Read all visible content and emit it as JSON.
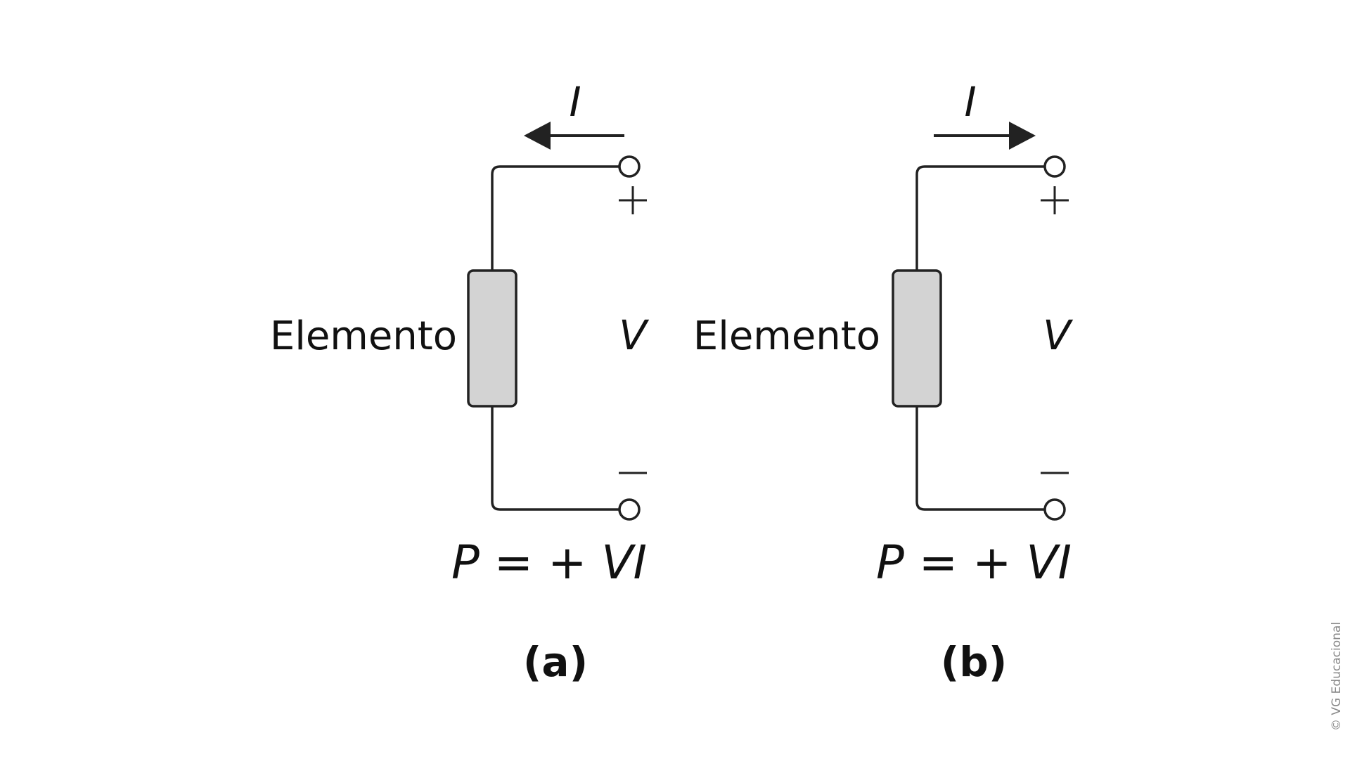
{
  "panels": [
    {
      "id": "a",
      "current_label": "I",
      "current_direction": "left",
      "element_label": "Elemento",
      "voltage_label": "V",
      "plus_sign": "+",
      "minus_sign": "−",
      "equation": {
        "P": "P",
        "mid": " = + ",
        "VI": "VI"
      },
      "panel_label": "(a)"
    },
    {
      "id": "b",
      "current_label": "I",
      "current_direction": "right",
      "element_label": "Elemento",
      "voltage_label": "V",
      "plus_sign": "+",
      "minus_sign": "−",
      "equation": {
        "P": "P",
        "mid": " = + ",
        "VI": "VI"
      },
      "panel_label": "(b)"
    }
  ],
  "credit": "© VG Educacional",
  "colors": {
    "wire": "#222222",
    "element_fill": "#d3d3d3",
    "credit": "#888888"
  }
}
